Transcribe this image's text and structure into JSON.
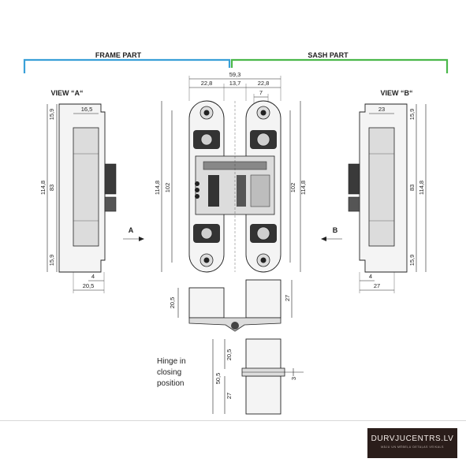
{
  "labels": {
    "frame_part": "FRAME PART",
    "sash_part": "SASH PART",
    "view_a": "VIEW “A“",
    "view_b": "VIEW “B“",
    "arrow_a": "A",
    "arrow_b": "B",
    "note_line1": "Hinge in",
    "note_line2": "closing",
    "note_line3": "position"
  },
  "dimensions": {
    "total_width": "59,3",
    "frame_width": "22,8",
    "gap": "13,7",
    "sash_width": "22,8",
    "sash_offset": "7",
    "left_15_9_top": "15,9",
    "left_16_5": "16,5",
    "left_83": "83",
    "left_114_8": "114,8",
    "left_15_9_bottom": "15,9",
    "left_4": "4",
    "left_20_5": "20,5",
    "center_114_8_left": "114,8",
    "center_102_left": "102",
    "center_102_right": "102",
    "center_114_8_right": "114,8",
    "right_23": "23",
    "right_15_9_top": "15,9",
    "right_83": "83",
    "right_114_8": "114,8",
    "right_15_9_bottom": "15,9",
    "right_4": "4",
    "right_27": "27",
    "bottom_20_5": "20,5",
    "bottom_27": "27",
    "closed_20_5": "20,5",
    "closed_50_5": "50,5",
    "closed_27": "27",
    "closed_3": "3"
  },
  "colors": {
    "frame_bracket": "#3aa0d8",
    "sash_bracket": "#4bb84b",
    "logo_bg": "#2a1d1a"
  },
  "logo": {
    "brand": "DURVJUCENTRS.LV",
    "tagline": "MĀJU UN MĒBEĻU DETAĻAS VEIKALS"
  }
}
